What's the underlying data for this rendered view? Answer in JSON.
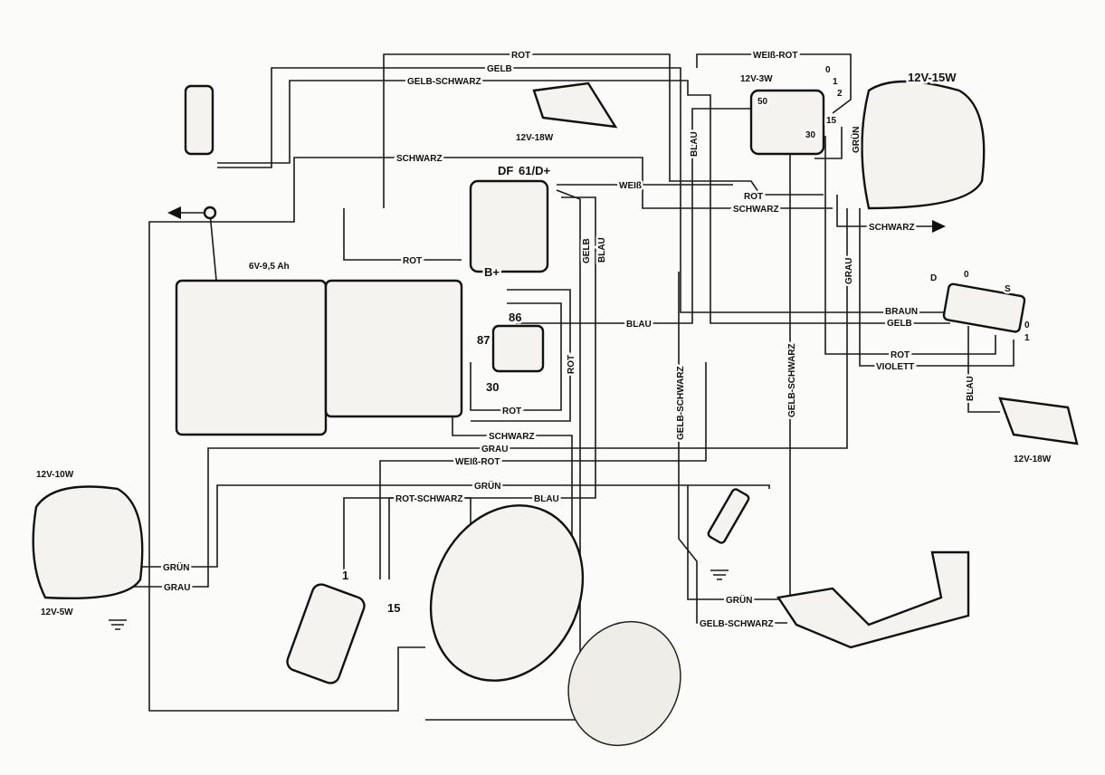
{
  "components": {
    "headlamp": "12V-15W",
    "switch_bulb": "12V-3W",
    "horn": "12V-18W",
    "horn_right": "12V-18W",
    "battery": "6V-9,5 Ah",
    "taillight_top": "12V-10W",
    "taillight_bottom": "12V-5W"
  },
  "terminals": {
    "regulator_df": "DF",
    "regulator_d": "61/D+",
    "regulator_b": "B+",
    "relay_86": "86",
    "relay_87": "87",
    "relay_30": "30",
    "ignition_0": "0",
    "ignition_1": "1",
    "ignition_2": "2",
    "ignition_50": "50",
    "ignition_15": "15",
    "ignition_30": "30",
    "switch_d": "D",
    "switch_0_top": "0",
    "switch_s": "S",
    "switch_0": "0",
    "switch_1": "1",
    "coil_1": "1",
    "coil_15": "15"
  },
  "wires": [
    "ROT",
    "GELB",
    "GELB-SCHWARZ",
    "WEIß-ROT",
    "GRÜN",
    "BLAU",
    "SCHWARZ",
    "WEIß",
    "ROT",
    "SCHWARZ",
    "SCHWARZ",
    "ROT",
    "GELB",
    "BLAU",
    "GRAU",
    "BRAUN",
    "GELB",
    "BLAU",
    "ROT",
    "ROT",
    "ROT",
    "VIOLETT",
    "BLAU",
    "GELB-SCHWARZ",
    "GELB-SCHWARZ",
    "SCHWARZ",
    "GRAU",
    "WEIß-ROT",
    "GRÜN",
    "ROT-SCHWARZ",
    "BLAU",
    "GRÜN",
    "GRAU",
    "GRÜN",
    "GELB-SCHWARZ"
  ]
}
